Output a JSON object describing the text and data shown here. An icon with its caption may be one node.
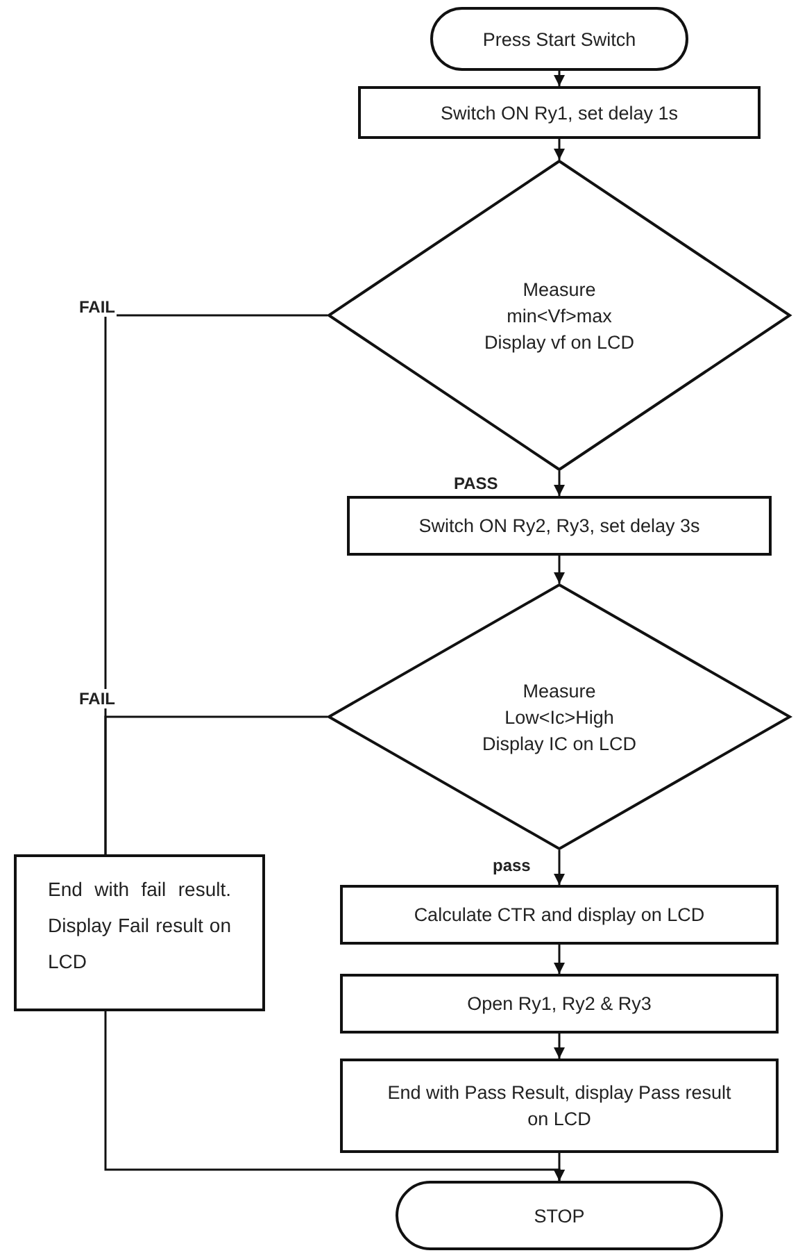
{
  "diagram": {
    "nodes": [
      {
        "text": [
          "Press Start Switch"
        ]
      },
      {
        "text": [
          "Switch ON Ry1, set delay 1s"
        ]
      },
      {
        "text": [
          "Measure min<Vf>max Display vf on LCD"
        ]
      },
      {
        "text": [
          "Switch ON Ry2, Ry3, set delay 3s"
        ]
      },
      {
        "text": [
          "Measure Low<Ic>High Display IC on LCD"
        ]
      },
      {
        "text": [
          "End with fail result. Display Fail result on LCD"
        ]
      },
      {
        "text": [
          "Calculate CTR and display on LCD"
        ]
      },
      {
        "text": [
          "Open Ry1, Ry2 & Ry3"
        ]
      },
      {
        "text": [
          "End with Pass Result, display Pass result on LCD"
        ]
      },
      {
        "text": [
          "STOP"
        ]
      }
    ],
    "edges": [
      {
        "from": 0,
        "to": 1,
        "arrow": "to"
      },
      {
        "from": 1,
        "to": 2,
        "arrow": "to"
      },
      {
        "from": 2,
        "to": 3,
        "arrow": "to",
        "label": "PASS"
      },
      {
        "from": 3,
        "to": 4,
        "arrow": "to"
      },
      {
        "from": 4,
        "to": 6,
        "arrow": "to",
        "label": "pass"
      },
      {
        "from": 6,
        "to": 7,
        "arrow": "to"
      },
      {
        "from": 7,
        "to": 8,
        "arrow": "to"
      },
      {
        "from": 8,
        "to": 9,
        "arrow": "to"
      },
      {
        "from": 2,
        "to": 5,
        "arrow": "none",
        "label": "FAIL"
      },
      {
        "from": 4,
        "to": 5,
        "arrow": "none",
        "label": "FAIL"
      },
      {
        "from": 5,
        "to": 9,
        "arrow": "to"
      }
    ]
  }
}
